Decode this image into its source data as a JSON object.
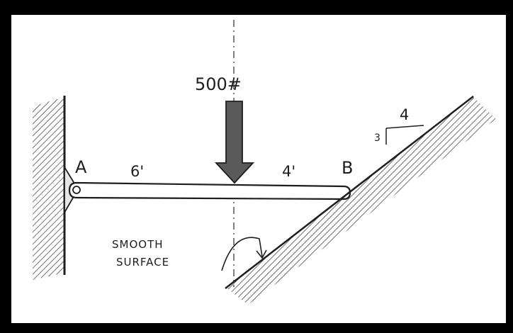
{
  "diagram": {
    "load": {
      "label": "500#"
    },
    "beam": {
      "support_a": "A",
      "support_b": "B",
      "span_left": "6'",
      "span_right": "4'"
    },
    "slope": {
      "rise": "3",
      "run": "4"
    },
    "surface": {
      "line1": "SMOOTH",
      "line2": "SURFACE"
    }
  },
  "colors": {
    "ink": "#1e1e1e",
    "arrow_fill": "#5a5a5a",
    "background": "#000000",
    "paper": "#ffffff"
  }
}
